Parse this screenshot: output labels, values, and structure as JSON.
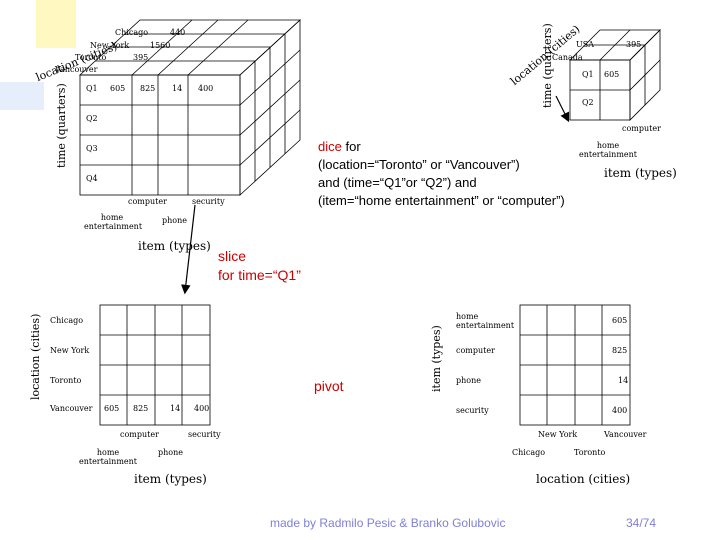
{
  "cube": {
    "axis_location": "location (cities)",
    "axis_time": "time (quarters)",
    "axis_item": "item (types)",
    "cities": [
      "Chicago",
      "New York",
      "Toronto",
      "Vancouver"
    ],
    "quarters": [
      "Q1",
      "Q2",
      "Q3",
      "Q4"
    ],
    "items": [
      "home entertainment",
      "phone",
      "computer",
      "security"
    ],
    "back_values": [
      "440",
      "1560",
      "395"
    ],
    "front_values": [
      "605",
      "825",
      "14",
      "400"
    ]
  },
  "dice": {
    "label": "dice",
    "text_line1": " for",
    "text_line2": "(location=“Toronto” or “Vancouver”)",
    "text_line3": "and (time=“Q1”or “Q2”) and",
    "text_line4": "(item=“home entertainment” or “computer”)",
    "cube": {
      "axis_location": "location (cities)",
      "axis_time": "time (quarters)",
      "axis_item": "item (types)",
      "cities": [
        "USA",
        "Canada"
      ],
      "quarters": [
        "Q1",
        "Q2"
      ],
      "items": [
        "home entertainment",
        "computer"
      ],
      "values": [
        "395",
        "605"
      ]
    }
  },
  "slice": {
    "label": "slice",
    "text": "for time=“Q1”",
    "grid": {
      "rows": [
        "Chicago",
        "New York",
        "Toronto",
        "Vancouver"
      ],
      "values": [
        "605",
        "825",
        "14",
        "400"
      ],
      "items": [
        "computer",
        "security",
        "home entertainment",
        "phone"
      ],
      "xlabel": "item (types)",
      "ylabel": "location (cities)"
    }
  },
  "pivot": {
    "label": "pivot",
    "grid": {
      "rows": [
        "home entertainment",
        "computer",
        "phone",
        "security"
      ],
      "values": [
        "605",
        "825",
        "14",
        "400"
      ],
      "cities": [
        "New York",
        "Vancouver",
        "Chicago",
        "Toronto"
      ],
      "xlabel": "location (cities)",
      "ylabel": "item (types)"
    }
  },
  "footer": {
    "credit": "made by Radmilo Pesic & Branko Golubovic",
    "page": "34/74"
  }
}
